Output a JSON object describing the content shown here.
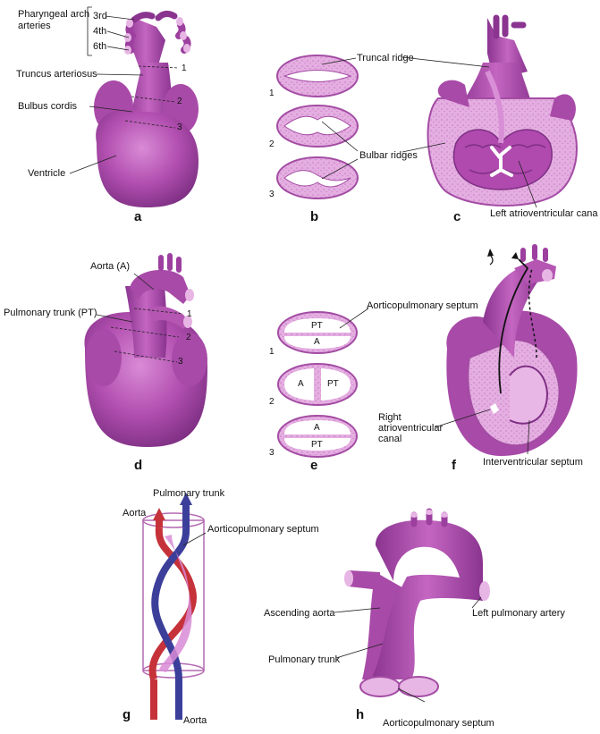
{
  "colors": {
    "vessel": "#b24fb0",
    "vessel_dark": "#7d2f83",
    "vessel_light": "#d88fd6",
    "septum_bg": "#e9b7e6",
    "aorta_red": "#c6323a",
    "pulmonary_blue": "#3c3f9a",
    "line": "#222222"
  },
  "panels": [
    "a",
    "b",
    "c",
    "d",
    "e",
    "f",
    "g",
    "h"
  ],
  "panel_a": {
    "arch_group_title": [
      "Pharyngeal arch",
      "arteries"
    ],
    "arch_numbers": [
      "3rd",
      "4th",
      "6th"
    ],
    "truncus": "Truncus arteriosus",
    "bulbus": "Bulbus cordis",
    "ventricle": "Ventricle",
    "levels": [
      "1",
      "2",
      "3"
    ]
  },
  "panel_b": {
    "truncal_ridge": "Truncal ridge",
    "bulbar_ridges": "Bulbar ridges",
    "levels": [
      "1",
      "2",
      "3"
    ]
  },
  "panel_c": {
    "left_av_canal": "Left atrioventricular cana"
  },
  "panel_d": {
    "aorta": "Aorta (A)",
    "pulmonary_trunk": "Pulmonary trunk (PT)",
    "levels": [
      "1",
      "2",
      "3"
    ]
  },
  "panel_e": {
    "septum": "Aorticopulmonary septum",
    "levels": [
      "1",
      "2",
      "3"
    ],
    "sections": [
      {
        "top": "PT",
        "bottom": "A"
      },
      {
        "left": "A",
        "right": "PT"
      },
      {
        "top": "A",
        "bottom": "PT"
      }
    ]
  },
  "panel_f": {
    "right_av_canal": [
      "Right",
      "atrioventricular",
      "canal"
    ],
    "interventricular_septum": "Interventricular septum"
  },
  "panel_g": {
    "pulmonary_trunk": "Pulmonary trunk",
    "aorta_top": "Aorta",
    "septum": "Aorticopulmonary septum",
    "aorta_bottom": "Aorta"
  },
  "panel_h": {
    "ascending_aorta": "Ascending aorta",
    "left_pulmonary_artery": "Left pulmonary artery",
    "pulmonary_trunk": "Pulmonary trunk",
    "septum": "Aorticopulmonary septum"
  }
}
